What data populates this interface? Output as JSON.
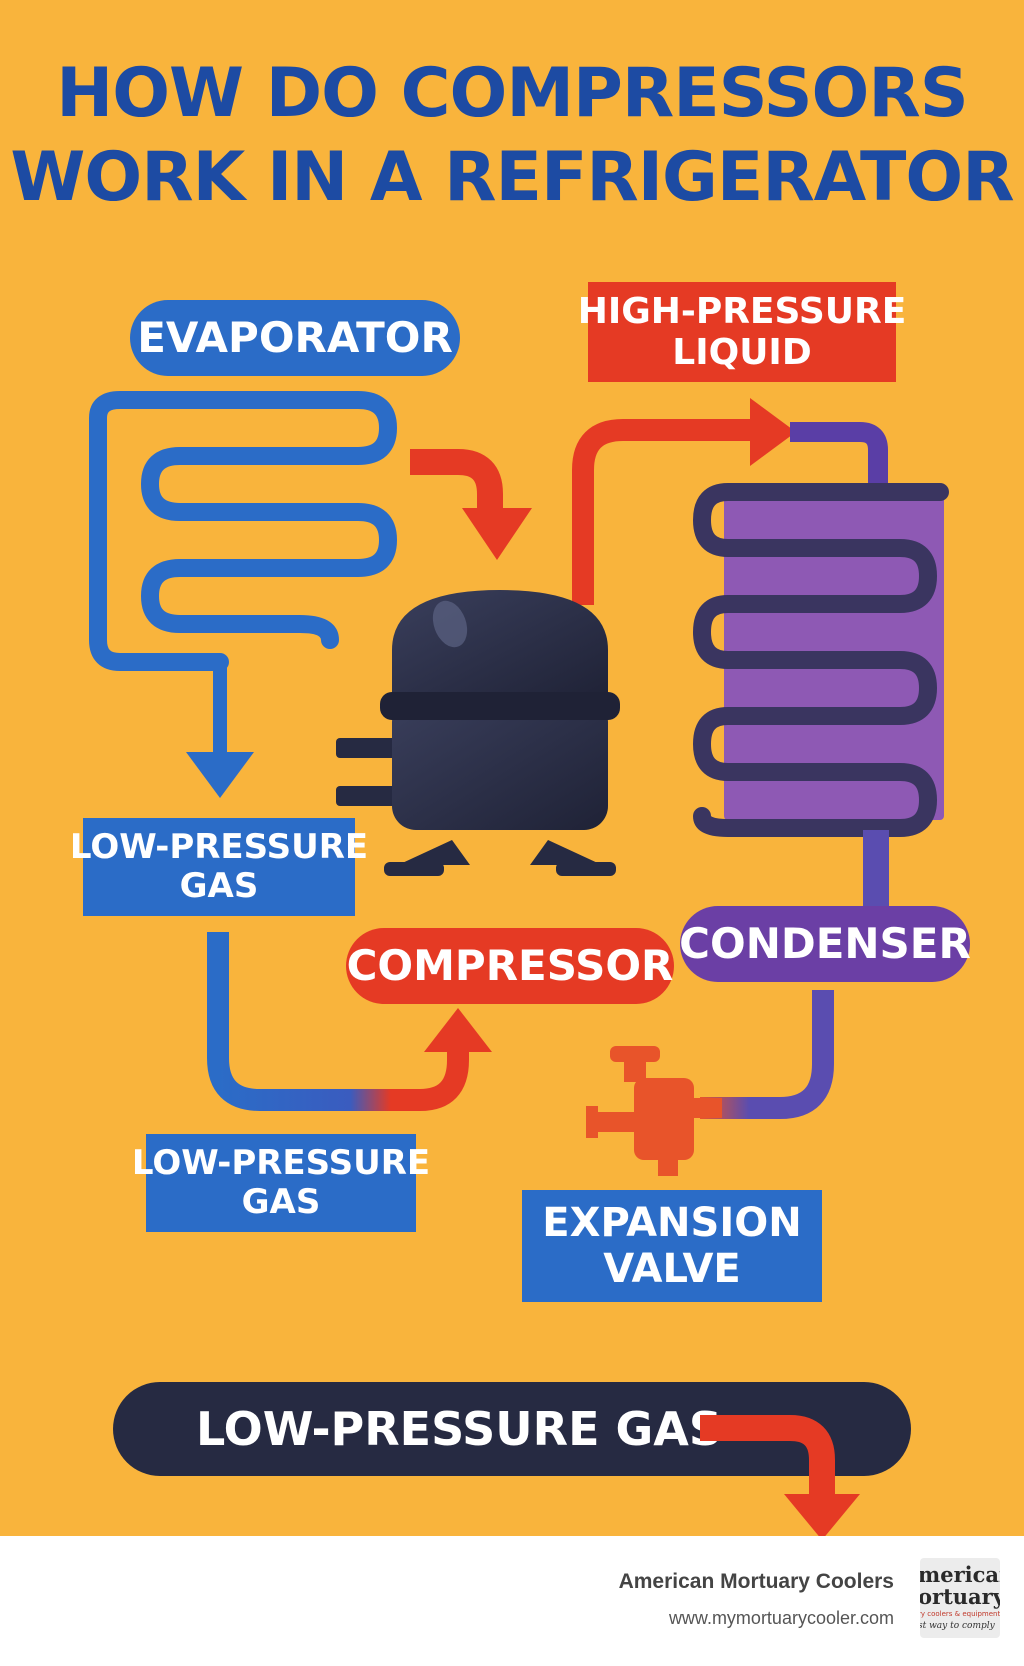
{
  "title": {
    "line1": "HOW DO COMPRESSORS",
    "line2": "WORK IN A REFRIGERATOR"
  },
  "labels": {
    "evaporator": "EVAPORATOR",
    "high_pressure_liquid": [
      "HIGH-PRESSURE",
      "LIQUID"
    ],
    "low_pressure_gas_1": [
      "LOW-PRESSURE",
      "GAS"
    ],
    "compressor": "COMPRESSOR",
    "condenser": "CONDENSER",
    "low_pressure_gas_2": [
      "LOW-PRESSURE",
      "GAS"
    ],
    "expansion_valve": [
      "EXPANSION",
      "VALVE"
    ],
    "bottom_banner": "LOW-PRESSURE GAS"
  },
  "footer": {
    "company": "American Mortuary Coolers",
    "url": "www.mymortuarycooler.com",
    "logo_lines": [
      "merican",
      "ortuary",
      "ry coolers & equipment",
      "st way to comply"
    ]
  },
  "colors": {
    "background": "#f9b43c",
    "title": "#1d4ba3",
    "evaporator_blue": "#2b6cc7",
    "refrigerant_red": "#e53a24",
    "condenser_purple": "#6b3fa5",
    "compressor_dark": "#262a42"
  },
  "icons": [
    "evaporator-coil-icon",
    "compressor-icon",
    "condenser-coil-icon",
    "expansion-valve-icon",
    "flow-arrow-icon"
  ]
}
